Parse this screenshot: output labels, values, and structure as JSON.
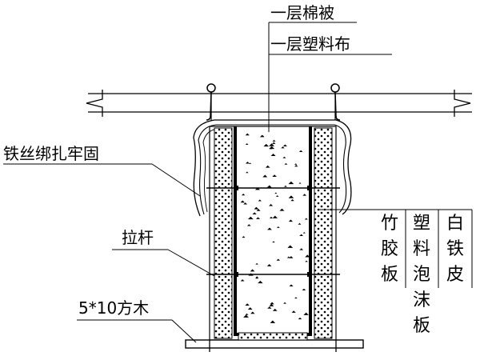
{
  "diagram": {
    "labels": {
      "cotton_quilt": "一层棉被",
      "plastic_cloth": "一层塑料布",
      "wire_binding": "铁丝绑扎牢固",
      "tie_rod": "拉杆",
      "timber": "5*10方木"
    },
    "material_columns": [
      "竹胶板",
      "塑料泡沫板",
      "白铁皮"
    ]
  }
}
